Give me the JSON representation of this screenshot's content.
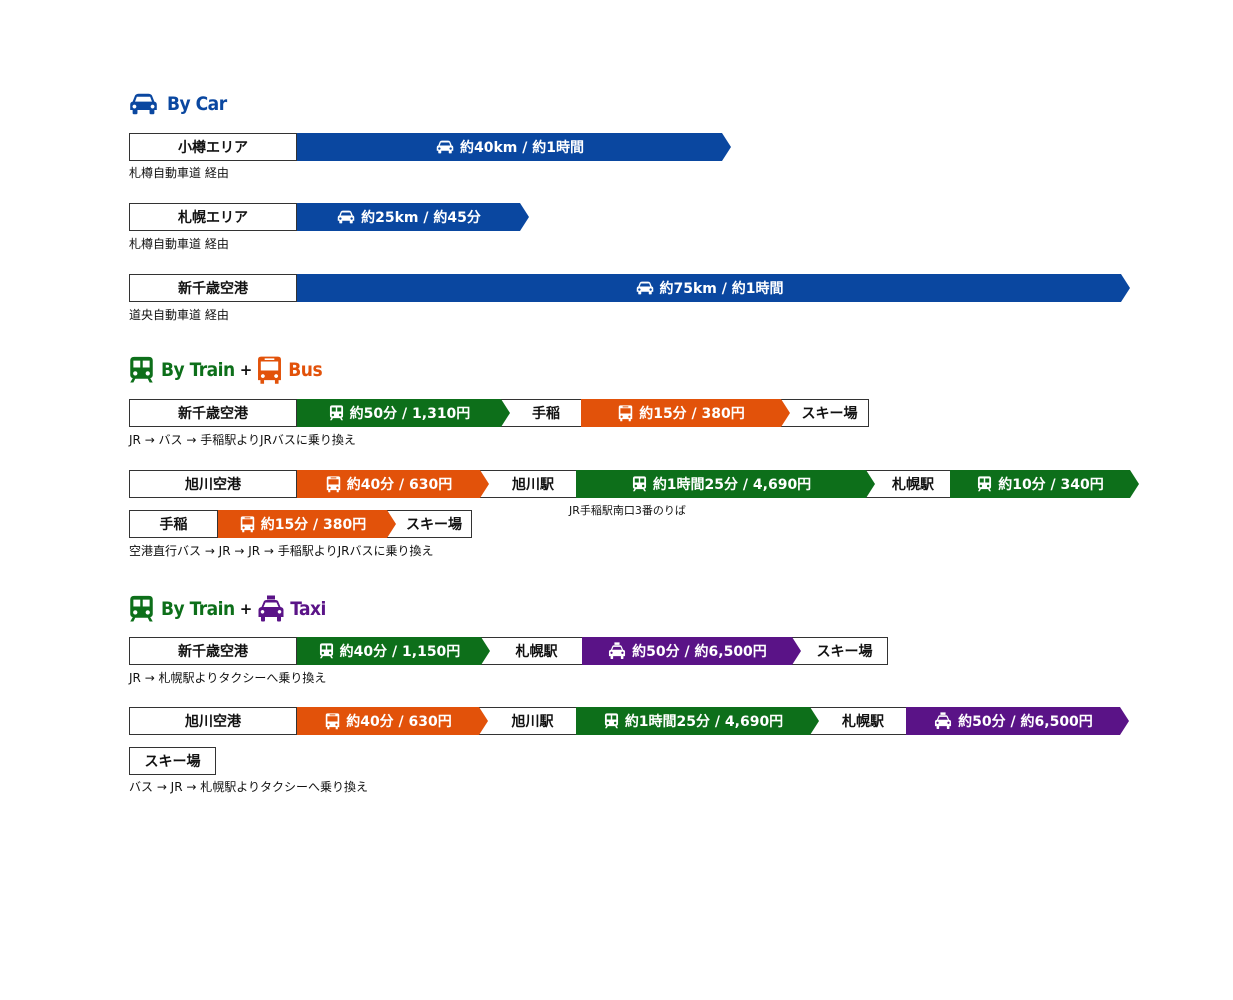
{
  "colors": {
    "car": "#0a47a0",
    "train": "#0d6f1a",
    "bus": "#e2520a",
    "taxi": "#5a1387"
  },
  "car_section": {
    "title": "By Car",
    "routes": [
      {
        "origin": "小樽エリア",
        "label": "約40km / 約1時間",
        "note": "札樽自動車道 経由"
      },
      {
        "origin": "札幌エリア",
        "label": "約25km / 約45分",
        "note": "札樽自動車道 経由"
      },
      {
        "origin": "新千歳空港",
        "label": "約75km / 約1時間",
        "note": "道央自動車道 経由"
      }
    ]
  },
  "train_bus_section": {
    "title_train": "By Train",
    "plus": "+",
    "title_bus": "Bus",
    "route1": {
      "origin": "新千歳空港",
      "train_label": "約50分 / 1,310円",
      "stop1": "手稲",
      "bus_label": "約15分 / 380円",
      "dest": "スキー場",
      "note": "JR → バス → 手稲駅よりJRバスに乗り換え"
    },
    "route2": {
      "origin": "旭川空港",
      "bus_label": "約40分 / 630円",
      "stop1": "旭川駅",
      "train_label": "約1時間25分 / 4,690円",
      "stop2": "札幌駅",
      "train2_label": "約10分 / 340円",
      "sub_note": "JR手稲駅南口3番のりば",
      "stop3": "手稲",
      "bus2_label": "約15分 / 380円",
      "dest": "スキー場",
      "note": "空港直行バス → JR → JR → 手稲駅よりJRバスに乗り換え"
    }
  },
  "train_taxi_section": {
    "title_train": "By Train",
    "plus": "+",
    "title_taxi": "Taxi",
    "route1": {
      "origin": "新千歳空港",
      "train_label": "約40分 / 1,150円",
      "stop1": "札幌駅",
      "taxi_label": "約50分 / 約6,500円",
      "dest": "スキー場",
      "note": "JR → 札幌駅よりタクシーへ乗り換え"
    },
    "route2": {
      "origin": "旭川空港",
      "bus_label": "約40分 / 630円",
      "stop1": "旭川駅",
      "train_label": "約1時間25分 / 4,690円",
      "stop2": "札幌駅",
      "taxi_label": "約50分 / 約6,500円",
      "dest": "スキー場",
      "note": "バス → JR → 札幌駅よりタクシーへ乗り換え"
    }
  }
}
